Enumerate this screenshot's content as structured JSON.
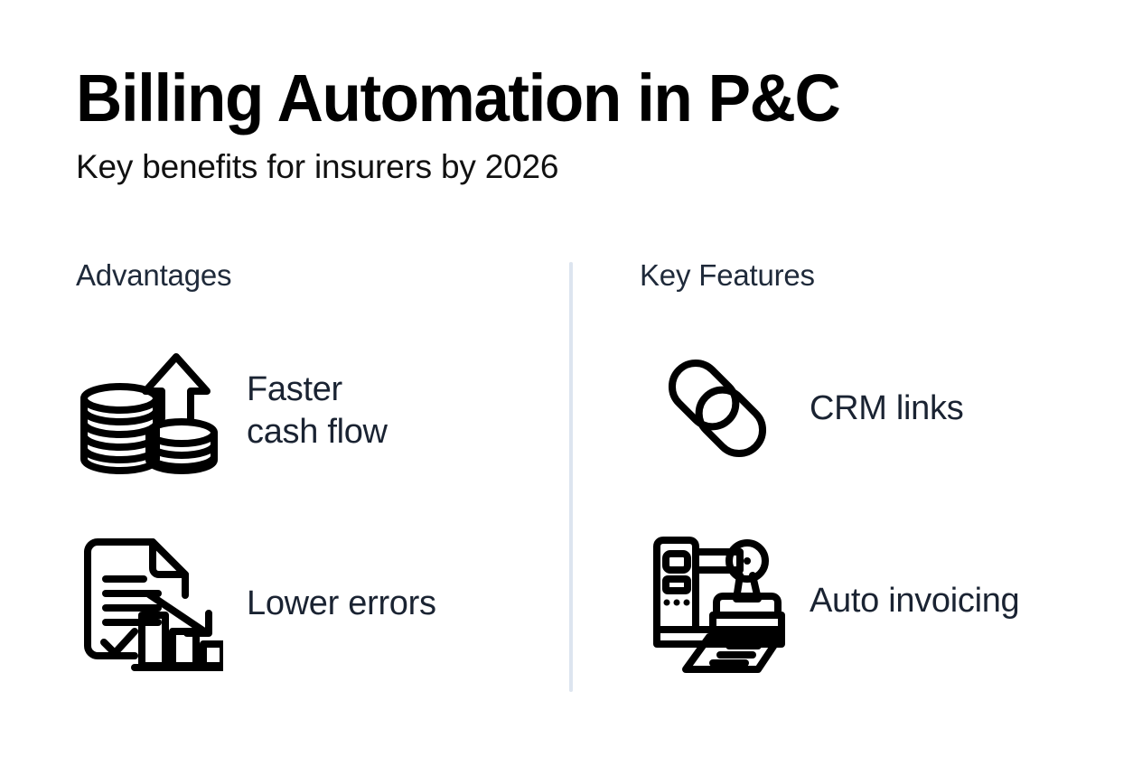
{
  "header": {
    "title": "Billing Automation in P&C",
    "subtitle": "Key benefits for insurers by 2026"
  },
  "columns": [
    {
      "heading": "Advantages",
      "items": [
        {
          "label": "Faster\ncash flow",
          "icon": "coins-stack-up-arrow-icon"
        },
        {
          "label": "Lower errors",
          "icon": "document-declining-bar-chart-icon"
        }
      ]
    },
    {
      "heading": "Key Features",
      "items": [
        {
          "label": "CRM links",
          "icon": "chain-link-icon"
        },
        {
          "label": "Auto invoicing",
          "icon": "automatic-stamping-machine-icon"
        }
      ]
    }
  ],
  "colors": {
    "background": "#ffffff",
    "title": "#000000",
    "body_text": "#1a2332",
    "heading_text": "#1f2a3a",
    "divider": "#dde5ef",
    "icon_stroke": "#000000"
  }
}
